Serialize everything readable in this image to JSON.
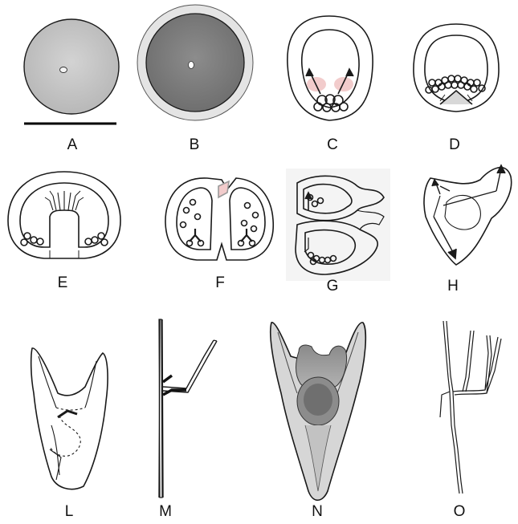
{
  "figure": {
    "panels": [
      {
        "id": "A",
        "label": "A"
      },
      {
        "id": "B",
        "label": "B"
      },
      {
        "id": "C",
        "label": "C"
      },
      {
        "id": "D",
        "label": "D"
      },
      {
        "id": "E",
        "label": "E"
      },
      {
        "id": "F",
        "label": "F"
      },
      {
        "id": "G",
        "label": "G"
      },
      {
        "id": "H",
        "label": "H"
      },
      {
        "id": "L",
        "label": "L"
      },
      {
        "id": "M",
        "label": "M"
      },
      {
        "id": "N",
        "label": "N"
      },
      {
        "id": "O",
        "label": "O"
      }
    ]
  },
  "colors": {
    "ink": "#1a1a1a",
    "egg_fill": "#c9c9c9",
    "egg_dark": "#7f7f7f",
    "cell_pink": "#f2cccc",
    "photo_body": "#a6a6a6"
  }
}
